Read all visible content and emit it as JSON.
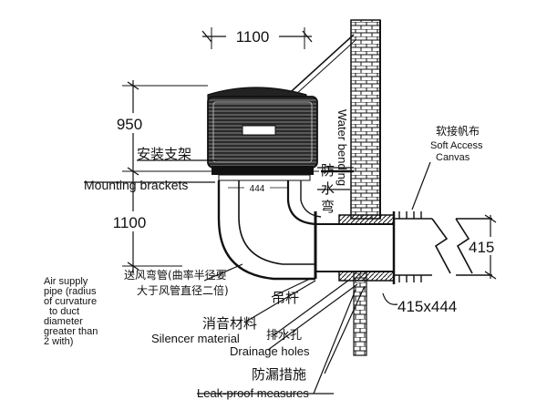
{
  "dimensions": {
    "top_width": "1100",
    "height_upper": "950",
    "height_lower": "1100",
    "unit_depth": "444",
    "duct_height": "415",
    "duct_size": "415x444"
  },
  "labels": {
    "mount_cn": "安装支架",
    "mount_en": "Mounting brackets",
    "waterproof_cn_1": "防",
    "waterproof_cn_2": "水",
    "waterproof_cn_3": "弯",
    "water_bending_en": "Water bending",
    "canvas_cn": "软接帆布",
    "canvas_en_1": "Soft Access",
    "canvas_en_2": "Canvas",
    "pipe_cn_1": "送风弯管(曲率半径要",
    "pipe_cn_2": "大于风管直径二倍)",
    "pipe_en_1": "Air supply",
    "pipe_en_2": "pipe (radius",
    "pipe_en_3": "of curvature",
    "pipe_en_4": "to duct",
    "pipe_en_5": "diameter",
    "pipe_en_6": "greater than",
    "pipe_en_7": "2 with)",
    "rod_cn": "吊杆",
    "silencer_cn": "消音材料",
    "silencer_en": "Silencer material",
    "drain_cn": "排水孔",
    "drain_en": "Drainage holes",
    "leak_cn": "防漏措施",
    "leak_en": "Leak-proof measures"
  }
}
